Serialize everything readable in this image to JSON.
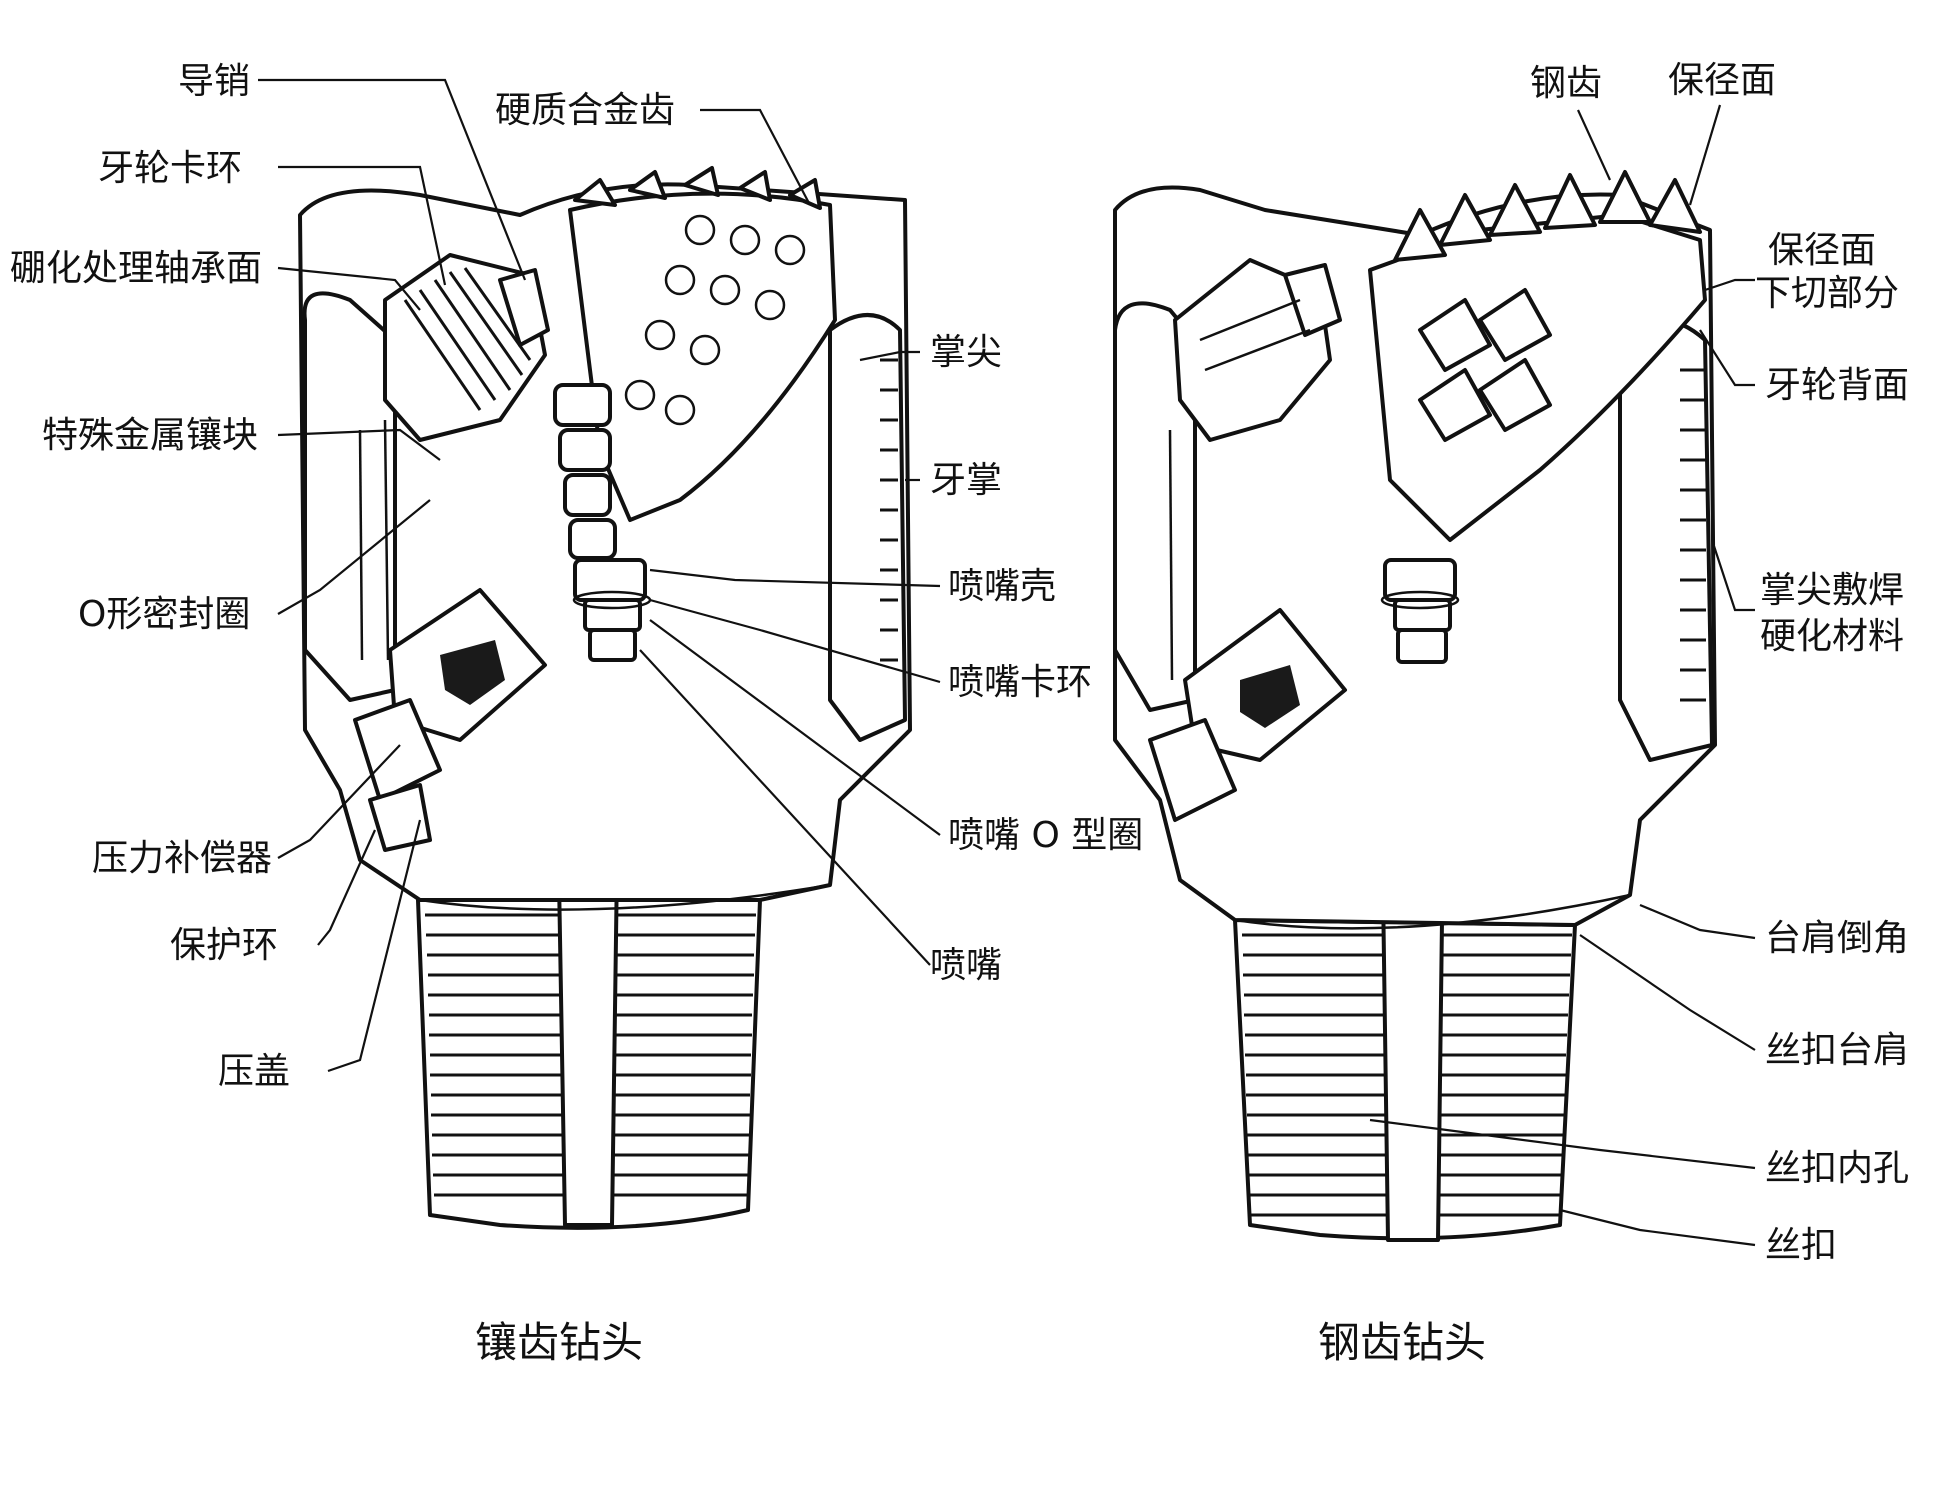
{
  "diagram": {
    "insert_bit": {
      "caption": "镶齿钻头",
      "labels": {
        "guide_pin": "导销",
        "cone_retainer_ring": "牙轮卡环",
        "boronized_bearing": "硼化处理轴承面",
        "special_metal_insert": "特殊金属镶块",
        "o_ring_seal": "O形密封圈",
        "pressure_compensator": "压力补偿器",
        "protector_ring": "保护环",
        "cap": "压盖",
        "carbide_teeth": "硬质合金齿",
        "shirttail": "掌尖",
        "leg": "牙掌",
        "nozzle_housing": "喷嘴壳",
        "nozzle_retainer": "喷嘴卡环",
        "nozzle_o_ring": "喷嘴 O 型圈",
        "nozzle": "喷嘴"
      }
    },
    "steel_tooth_bit": {
      "caption": "钢齿钻头",
      "labels": {
        "steel_teeth": "钢齿",
        "gauge_face": "保径面",
        "gauge_undercut_line1": "保径面",
        "gauge_undercut_line2": "下切部分",
        "cone_back_face": "牙轮背面",
        "hardfacing_line1": "掌尖敷焊",
        "hardfacing_line2": "硬化材料",
        "shoulder_chamfer": "台肩倒角",
        "thread_shoulder": "丝扣台肩",
        "thread_bore": "丝扣内孔",
        "thread": "丝扣"
      }
    }
  }
}
